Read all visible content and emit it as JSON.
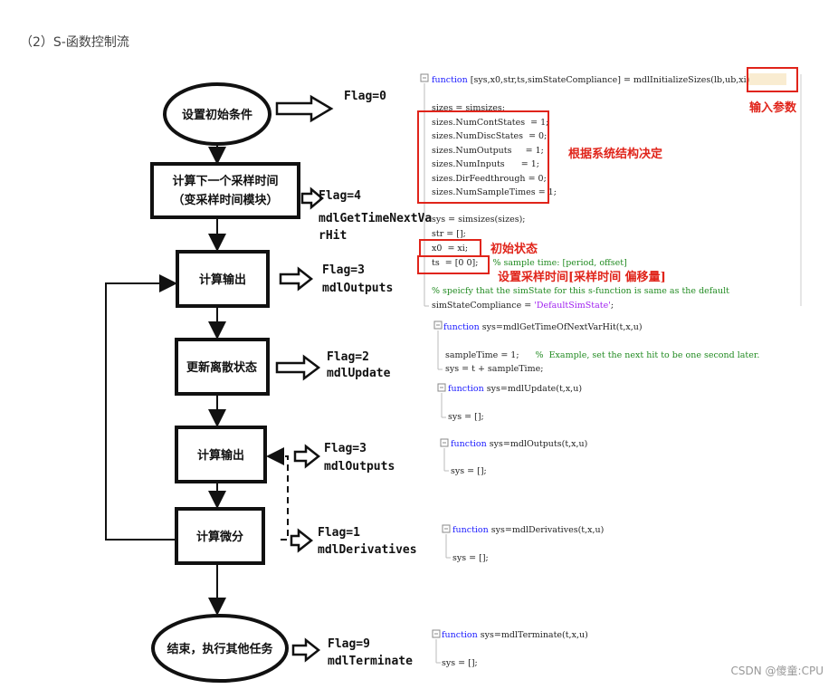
{
  "heading": "（2）S-函数控制流",
  "watermark": "CSDN @傻童:CPU",
  "flow": {
    "init": "设置初始条件",
    "next_time_1": "计算下一个采样时间",
    "next_time_2": "（变采样时间模块）",
    "outputs_1": "计算输出",
    "update": "更新离散状态",
    "outputs_2": "计算输出",
    "derivatives": "计算微分",
    "terminate": "结束，执行其他任务"
  },
  "flags": {
    "f0": "Flag=0",
    "f4": "Flag=4",
    "f4_fn_1": "mdlGetTimeNextVa",
    "f4_fn_2": "rHit",
    "f3a": "Flag=3",
    "f3a_fn": "mdlOutputs",
    "f2": "Flag=2",
    "f2_fn": "mdlUpdate",
    "f3b": "Flag=3",
    "f3b_fn": "mdlOutputs",
    "f1": "Flag=1",
    "f1_fn": "mdlDerivatives",
    "f9": "Flag=9",
    "f9_fn": "mdlTerminate"
  },
  "code": {
    "init_sig_kw": "function",
    "init_sig": " [sys,x0,str,ts,simStateCompliance] = mdlInitializeSizes(",
    "init_args": "lb,ub,xi)",
    "l1": "sizes = simsizes;",
    "l2": "sizes.NumContStates  = 1;",
    "l3": "sizes.NumDiscStates  = 0;",
    "l4": "sizes.NumOutputs     = 1;",
    "l5": "sizes.NumInputs      = 1;",
    "l6": "sizes.DirFeedthrough = 0;",
    "l7": "sizes.NumSampleTimes = 1;",
    "l8": "sys = simsizes(sizes);",
    "l9": "str = [];",
    "l10": "x0  = xi;",
    "l11": "ts  = [0 0];",
    "l11_cm": "% sample time: [period, offset]",
    "l12": "% speicfy that the simState for this s-function is same as the default",
    "l13a": "simStateCompliance = ",
    "l13b": "'DefaultSimState'",
    "l13c": ";",
    "gt_sig": " sys=mdlGetTimeOfNextVarHit(t,x,u)",
    "gt_l1": "sampleTime = 1;",
    "gt_l1_cm": "%  Example, set the next hit to be one second later.",
    "gt_l2": "sys = t + sampleTime;",
    "up_sig": " sys=mdlUpdate(t,x,u)",
    "up_l1": "sys = [];",
    "out_sig": " sys=mdlOutputs(t,x,u)",
    "out_l1": "sys = [];",
    "der_sig": " sys=mdlDerivatives(t,x,u)",
    "der_l1": "sys = [];",
    "term_sig": " sys=mdlTerminate(t,x,u)",
    "term_l1": "sys = [];",
    "kw": "function"
  },
  "annotations": {
    "input_params": "输入参数",
    "by_structure": "根据系统结构决定",
    "initial_state": "初始状态",
    "sample_time": "设置采样时间[采样时间 偏移量]"
  }
}
